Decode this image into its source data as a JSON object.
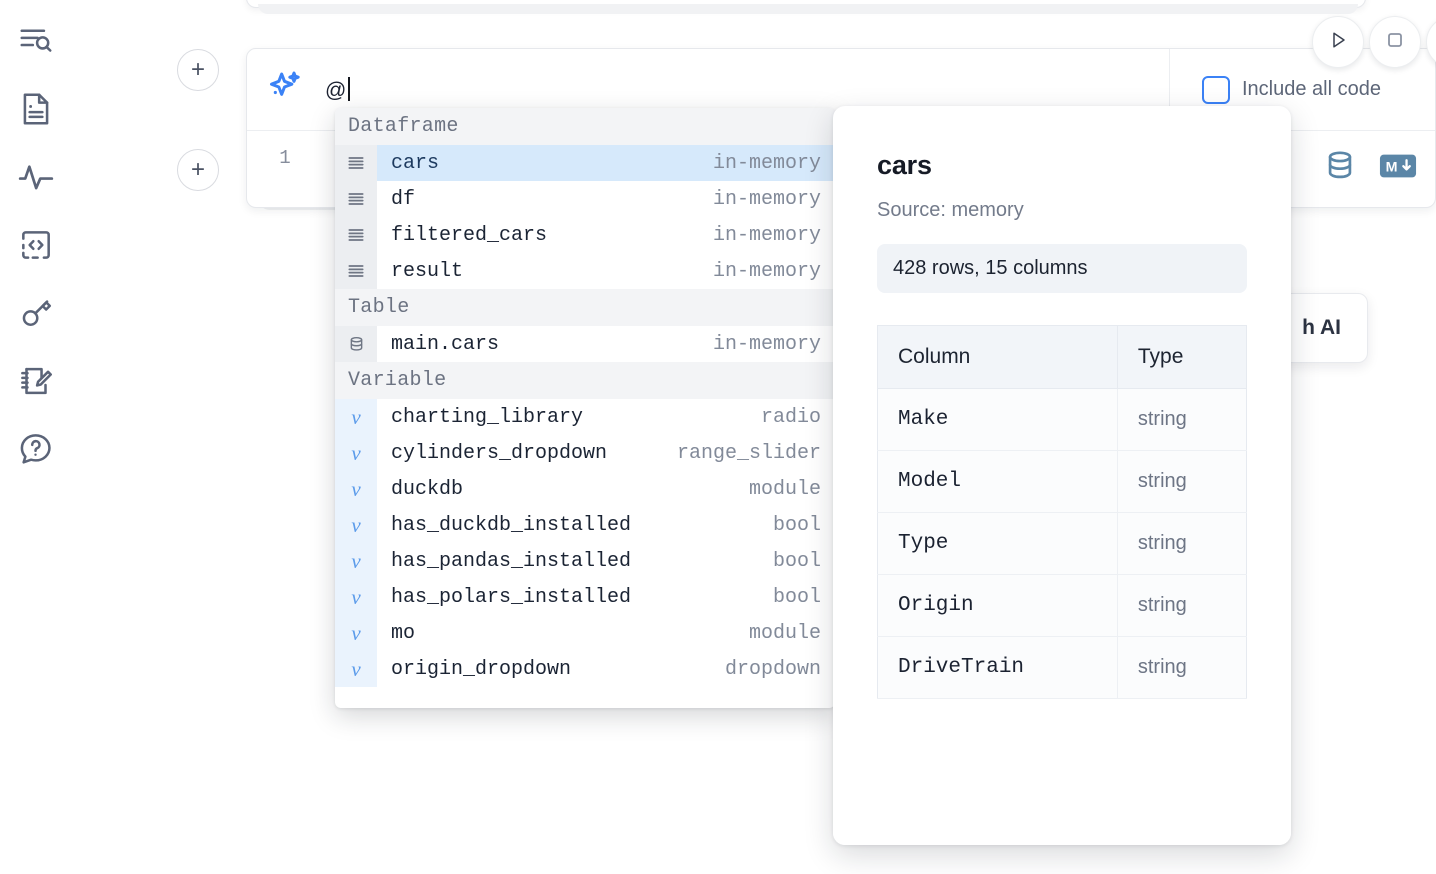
{
  "sidebar": {
    "items": [
      {
        "name": "outline-search-icon",
        "label": "Outline / Search"
      },
      {
        "name": "file-explorer-icon",
        "label": "File explorer"
      },
      {
        "name": "activity-icon",
        "label": "Activity"
      },
      {
        "name": "snippets-code-icon",
        "label": "Snippets"
      },
      {
        "name": "secrets-key-icon",
        "label": "Secrets"
      },
      {
        "name": "scratchpad-edit-icon",
        "label": "Scratchpad"
      },
      {
        "name": "help-chat-icon",
        "label": "Help"
      }
    ]
  },
  "toolbar": {
    "run_label": "Run",
    "stop_label": "Stop",
    "more_label": "More",
    "database_label": "Database",
    "markdown_label": "Markdown"
  },
  "cell": {
    "add_button_label": "+",
    "line_number": "1",
    "ai_prompt_value": "@",
    "include_all_code_label": "Include all code",
    "include_all_code_checked": false
  },
  "ai_hint_card": {
    "text": "h AI"
  },
  "autocomplete": {
    "groups": [
      {
        "title": "Dataframe",
        "icon": "dataframe-rows-icon",
        "items": [
          {
            "name": "cars",
            "type": "in-memory",
            "selected": true
          },
          {
            "name": "df",
            "type": "in-memory",
            "selected": false
          },
          {
            "name": "filtered_cars",
            "type": "in-memory",
            "selected": false
          },
          {
            "name": "result",
            "type": "in-memory",
            "selected": false
          }
        ]
      },
      {
        "title": "Table",
        "icon": "database-icon",
        "items": [
          {
            "name": "main.cars",
            "type": "in-memory",
            "selected": false
          }
        ]
      },
      {
        "title": "Variable",
        "icon": "variable-icon",
        "items": [
          {
            "name": "charting_library",
            "type": "radio",
            "selected": false
          },
          {
            "name": "cylinders_dropdown",
            "type": "range_slider",
            "selected": false
          },
          {
            "name": "duckdb",
            "type": "module",
            "selected": false
          },
          {
            "name": "has_duckdb_installed",
            "type": "bool",
            "selected": false
          },
          {
            "name": "has_pandas_installed",
            "type": "bool",
            "selected": false
          },
          {
            "name": "has_polars_installed",
            "type": "bool",
            "selected": false
          },
          {
            "name": "mo",
            "type": "module",
            "selected": false
          },
          {
            "name": "origin_dropdown",
            "type": "dropdown",
            "selected": false
          }
        ]
      }
    ]
  },
  "preview": {
    "title": "cars",
    "source": "Source: memory",
    "stats": "428 rows, 15 columns",
    "table": {
      "headers": [
        "Column",
        "Type"
      ],
      "rows": [
        {
          "column": "Make",
          "type": "string"
        },
        {
          "column": "Model",
          "type": "string"
        },
        {
          "column": "Type",
          "type": "string"
        },
        {
          "column": "Origin",
          "type": "string"
        },
        {
          "column": "DriveTrain",
          "type": "string"
        }
      ]
    }
  },
  "colors": {
    "accent_blue": "#3b82f6",
    "selection_blue": "#d6e9fb",
    "icon_slate": "#5b6478",
    "db_icon": "#5b86a7"
  }
}
